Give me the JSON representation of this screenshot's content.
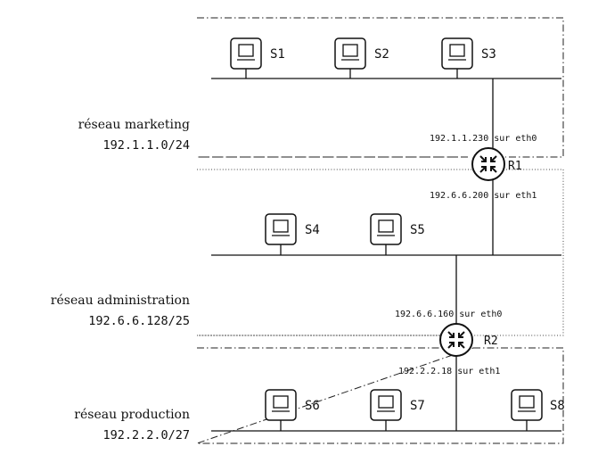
{
  "networks": [
    {
      "name": "réseau marketing",
      "address": "192.1.1.0/24"
    },
    {
      "name": "réseau administration",
      "address": "192.6.6.128/25"
    },
    {
      "name": "réseau production",
      "address": "192.2.2.0/27"
    }
  ],
  "hosts": [
    "S1",
    "S2",
    "S3",
    "S4",
    "S5",
    "S6",
    "S7",
    "S8"
  ],
  "routers": [
    {
      "name": "R1",
      "if_top": "192.1.1.230 sur eth0",
      "if_bottom": "192.6.6.200 sur eth1"
    },
    {
      "name": "R2",
      "if_top": "192.6.6.160 sur eth0",
      "if_bottom": "192.2.2.18 sur eth1"
    }
  ],
  "icons": {
    "host": "computer-monitor-icon",
    "router": "router-arrows-icon"
  }
}
